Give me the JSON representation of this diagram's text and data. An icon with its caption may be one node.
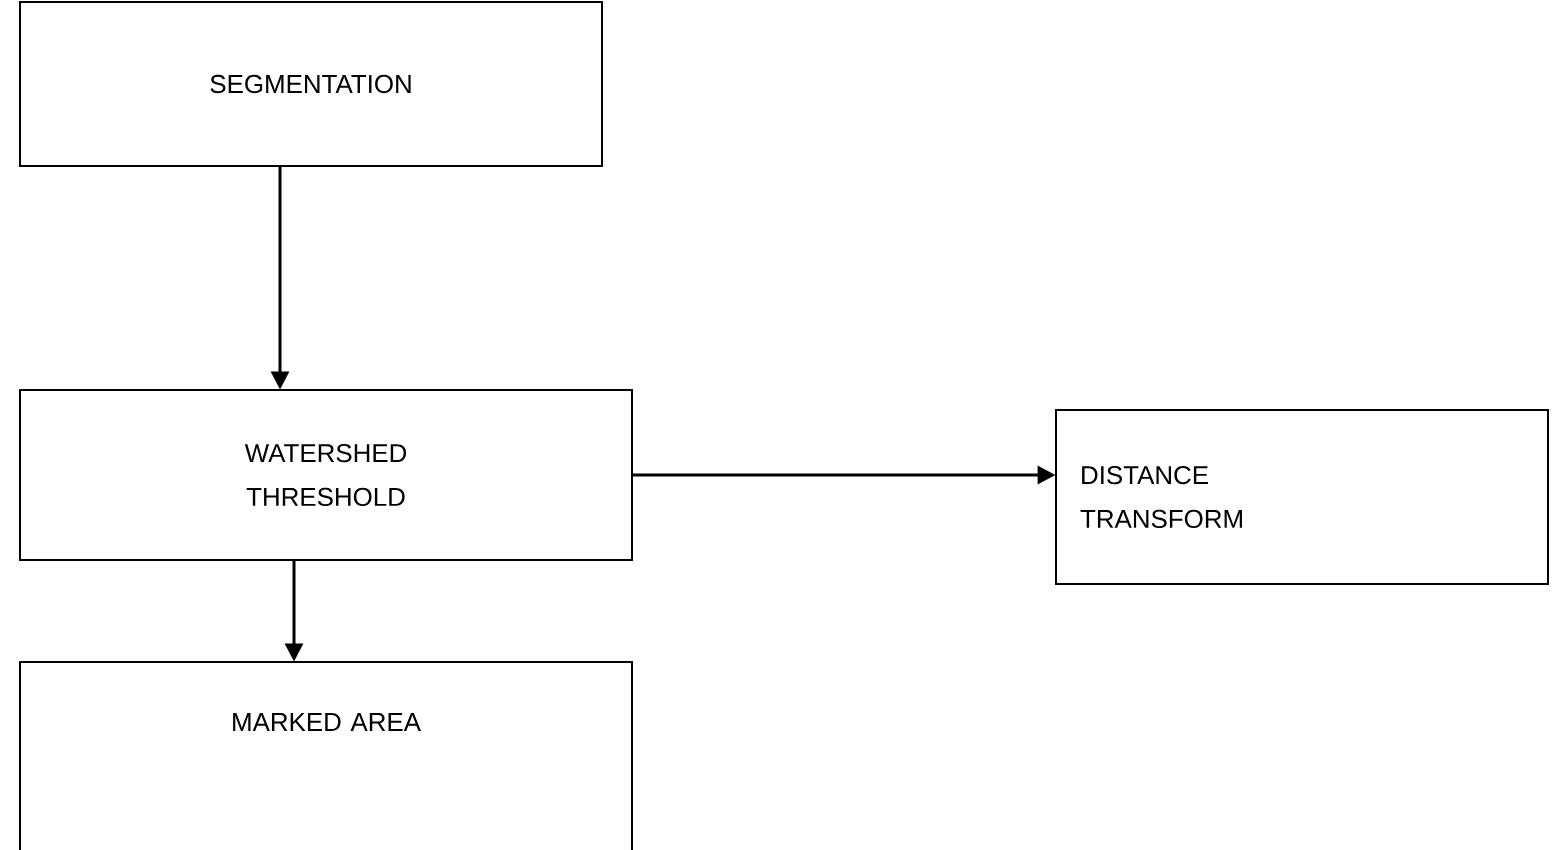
{
  "diagram": {
    "nodes": [
      {
        "text": [
          "SEGMENTATION"
        ]
      },
      {
        "text": [
          "WATERSHED THRESHOLD"
        ]
      },
      {
        "text": [
          "DISTANCE TRANSFORM"
        ]
      },
      {
        "text": [
          "MARKED AREA"
        ]
      }
    ],
    "edges": [
      {
        "from": 0,
        "to": 1,
        "arrow": "to"
      },
      {
        "from": 1,
        "to": 2,
        "arrow": "to"
      },
      {
        "from": 1,
        "to": 3,
        "arrow": "to"
      }
    ]
  }
}
